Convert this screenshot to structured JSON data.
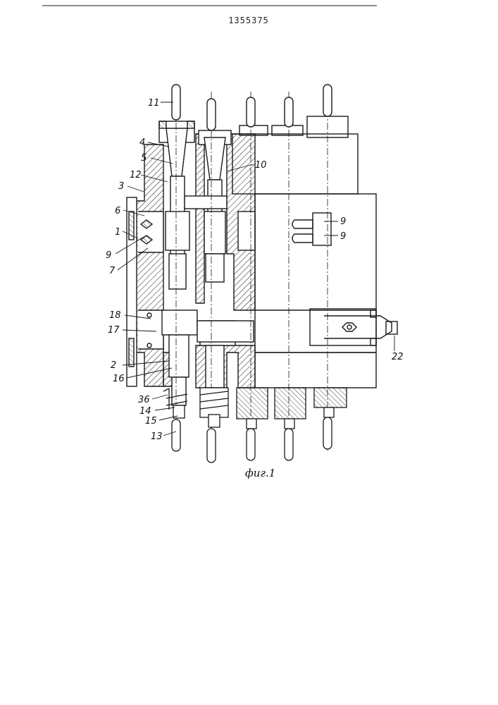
{
  "patent_number": "1355375",
  "figure_caption": "фиг.1",
  "labels": {
    "l11": "11",
    "l4": "4",
    "l5": "5",
    "l10": "10",
    "l12": "12",
    "l3": "3",
    "l6": "6",
    "l1": "1",
    "l9a": "9",
    "l7": "7",
    "l9b": "9",
    "l9c": "9",
    "l18": "18",
    "l17": "17",
    "l2": "2",
    "l16": "16",
    "l36": "36",
    "l14": "14",
    "l15": "15",
    "l13": "13",
    "l22": "22"
  },
  "colors": {
    "ink": "#1a1a1a",
    "paper": "#ffffff"
  }
}
